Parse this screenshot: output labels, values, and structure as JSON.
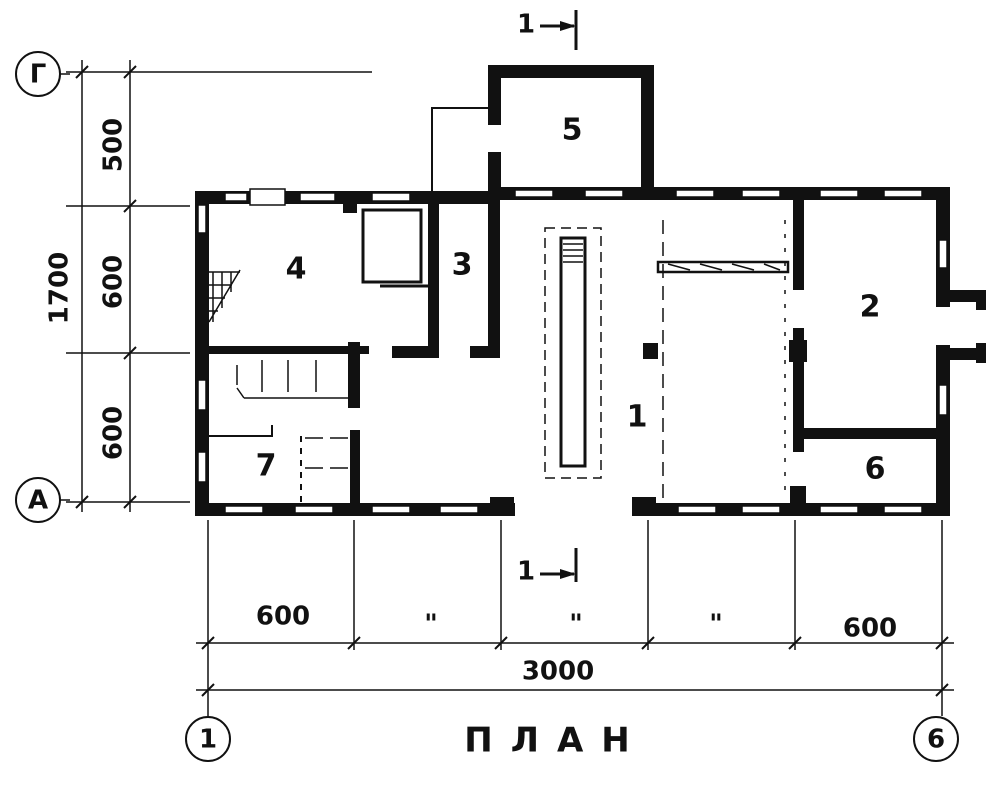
{
  "title": "ПЛАН",
  "rooms": [
    "1",
    "2",
    "3",
    "4",
    "5",
    "6",
    "7"
  ],
  "axes": {
    "rows": [
      "Г",
      "А"
    ],
    "columns": [
      "1",
      "6"
    ]
  },
  "dimensions": {
    "left_overall": "1700",
    "left_parts": [
      "500",
      "600",
      "600"
    ],
    "bottom_parts": [
      "600",
      "\"",
      "\"",
      "\"",
      "600"
    ],
    "bottom_overall": "3000"
  },
  "section_mark": "1"
}
